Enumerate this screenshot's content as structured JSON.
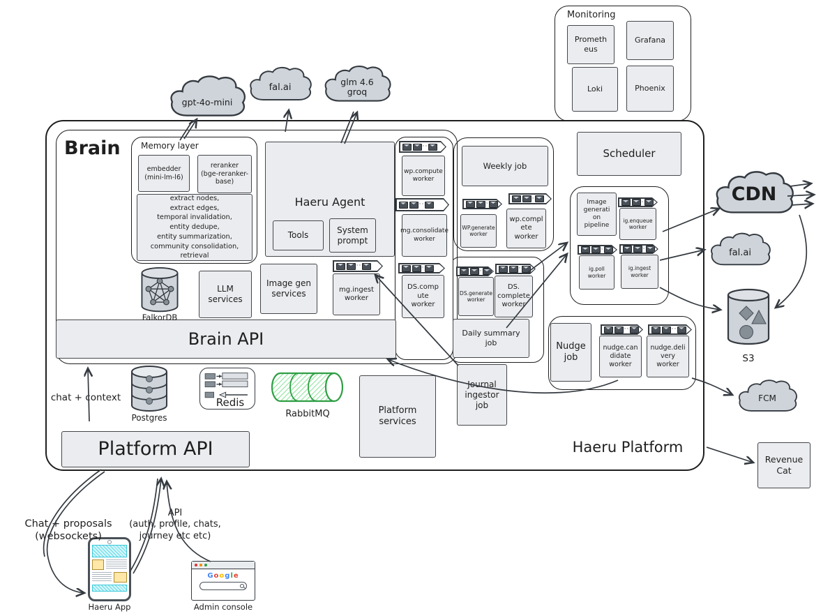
{
  "colors": {
    "box_fill": "#ebecef",
    "stroke": "#343a40",
    "cloud_fill": "#ced4da",
    "queue_envelope": "#495057",
    "rabbitmq_green": "#2f9e44",
    "s3_shape": "#868e96",
    "phone_cyan": "#66d9e8",
    "phone_yellow": "#ffe8a8"
  },
  "monitoring": {
    "title": "Monitoring",
    "prometheus": "Prometh\neus",
    "grafana": "Grafana",
    "loki": "Loki",
    "phoenix": "Phoenix"
  },
  "clouds": {
    "gpt": "gpt-4o-mini",
    "fal_top": "fal.ai",
    "glm": "glm 4.6\ngroq",
    "cdn": "CDN",
    "fal_right": "fal.ai",
    "fcm": "FCM"
  },
  "brain": {
    "title": "Brain",
    "api": "Brain API",
    "memory": {
      "title": "Memory layer",
      "embedder": "embedder\n(mini-lm-l6)",
      "reranker": "reranker\n(bge-reranker-\nbase)",
      "functions": "extract nodes,\nextract edges,\ntemporal invalidation,\nentity dedupe,\nentity summarization,\ncommunity consolidation,\nretrieval"
    },
    "agent": {
      "title": "Haeru Agent",
      "tools": "Tools",
      "system_prompt": "System\nprompt"
    },
    "falkordb": "FalkorDB",
    "llm_services": "LLM\nservices",
    "image_gen_services": "Image gen\nservices",
    "mg_ingest": "mg.ingest\nworker",
    "wp_compute": "wp.compute\nworker",
    "mg_consolidate": "mg.consolidate\nworker",
    "ds_compute": "DS.comp\nute\nworker"
  },
  "weekly": {
    "job": "Weekly job",
    "wp_generate": "WP.generate\nworker",
    "wp_complete": "wp.compl\nete\nworker"
  },
  "daily": {
    "ds_generate": "DS.generate\nworker",
    "ds_complete": "DS.\ncomplete\nworker",
    "job": "Daily summary\njob"
  },
  "image_pipeline": {
    "title": "Image\ngenerati\non\npipeline",
    "ig_enqueue": "ig.enqueue\nworker",
    "ig_poll": "ig.poll\nworker",
    "ig_ingest": "ig.ingest\nworker"
  },
  "scheduler": "Scheduler",
  "nudge": {
    "job": "Nudge\njob",
    "candidate": "nudge.can\ndidate\nworker",
    "delivery": "nudge.deli\nvery\nworker"
  },
  "platform": {
    "title": "Haeru Platform",
    "api": "Platform API",
    "chat_context": "chat + context",
    "postgres": "Postgres",
    "redis": "Redis",
    "rabbitmq": "RabbitMQ",
    "services": "Platform\nservices",
    "journal_job": "Journal\ningestor\njob"
  },
  "external": {
    "s3": "S3",
    "revenue_cat": "Revenue\nCat",
    "chat_proposals": "Chat + proposals\n(websockets)",
    "api_note": "API\n(auth, profile, chats,\njourney etc etc)",
    "haeru_app": "Haeru App",
    "admin_console": "Admin console",
    "google_letters": [
      "G",
      "o",
      "o",
      "g",
      "l",
      "e"
    ]
  }
}
